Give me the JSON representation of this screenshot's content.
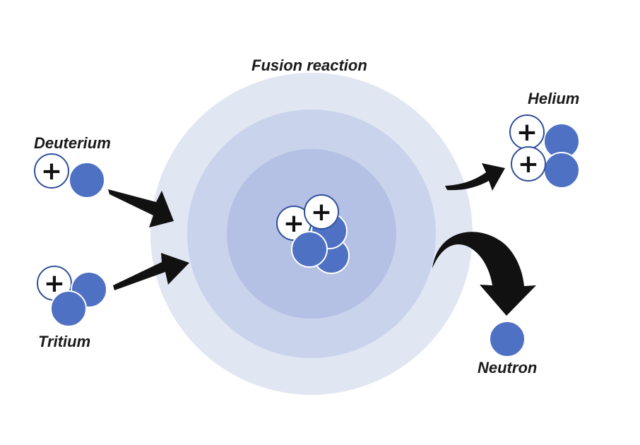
{
  "diagram": {
    "title": "Fusion reaction",
    "labels": {
      "deuterium": "Deuterium",
      "tritium": "Tritium",
      "helium": "Helium",
      "neutron": "Neutron"
    },
    "proton_symbol": "+",
    "colors": {
      "background": "#ffffff",
      "plasma_outer": "#e1e6f3",
      "plasma_middle": "#c9d3ec",
      "plasma_inner": "#b4c1e4",
      "neutron_fill": "#4f71c3",
      "proton_fill": "#ffffff",
      "particle_stroke": "#2f4f9a",
      "arrow": "#111111",
      "text": "#1a1a1a"
    }
  }
}
